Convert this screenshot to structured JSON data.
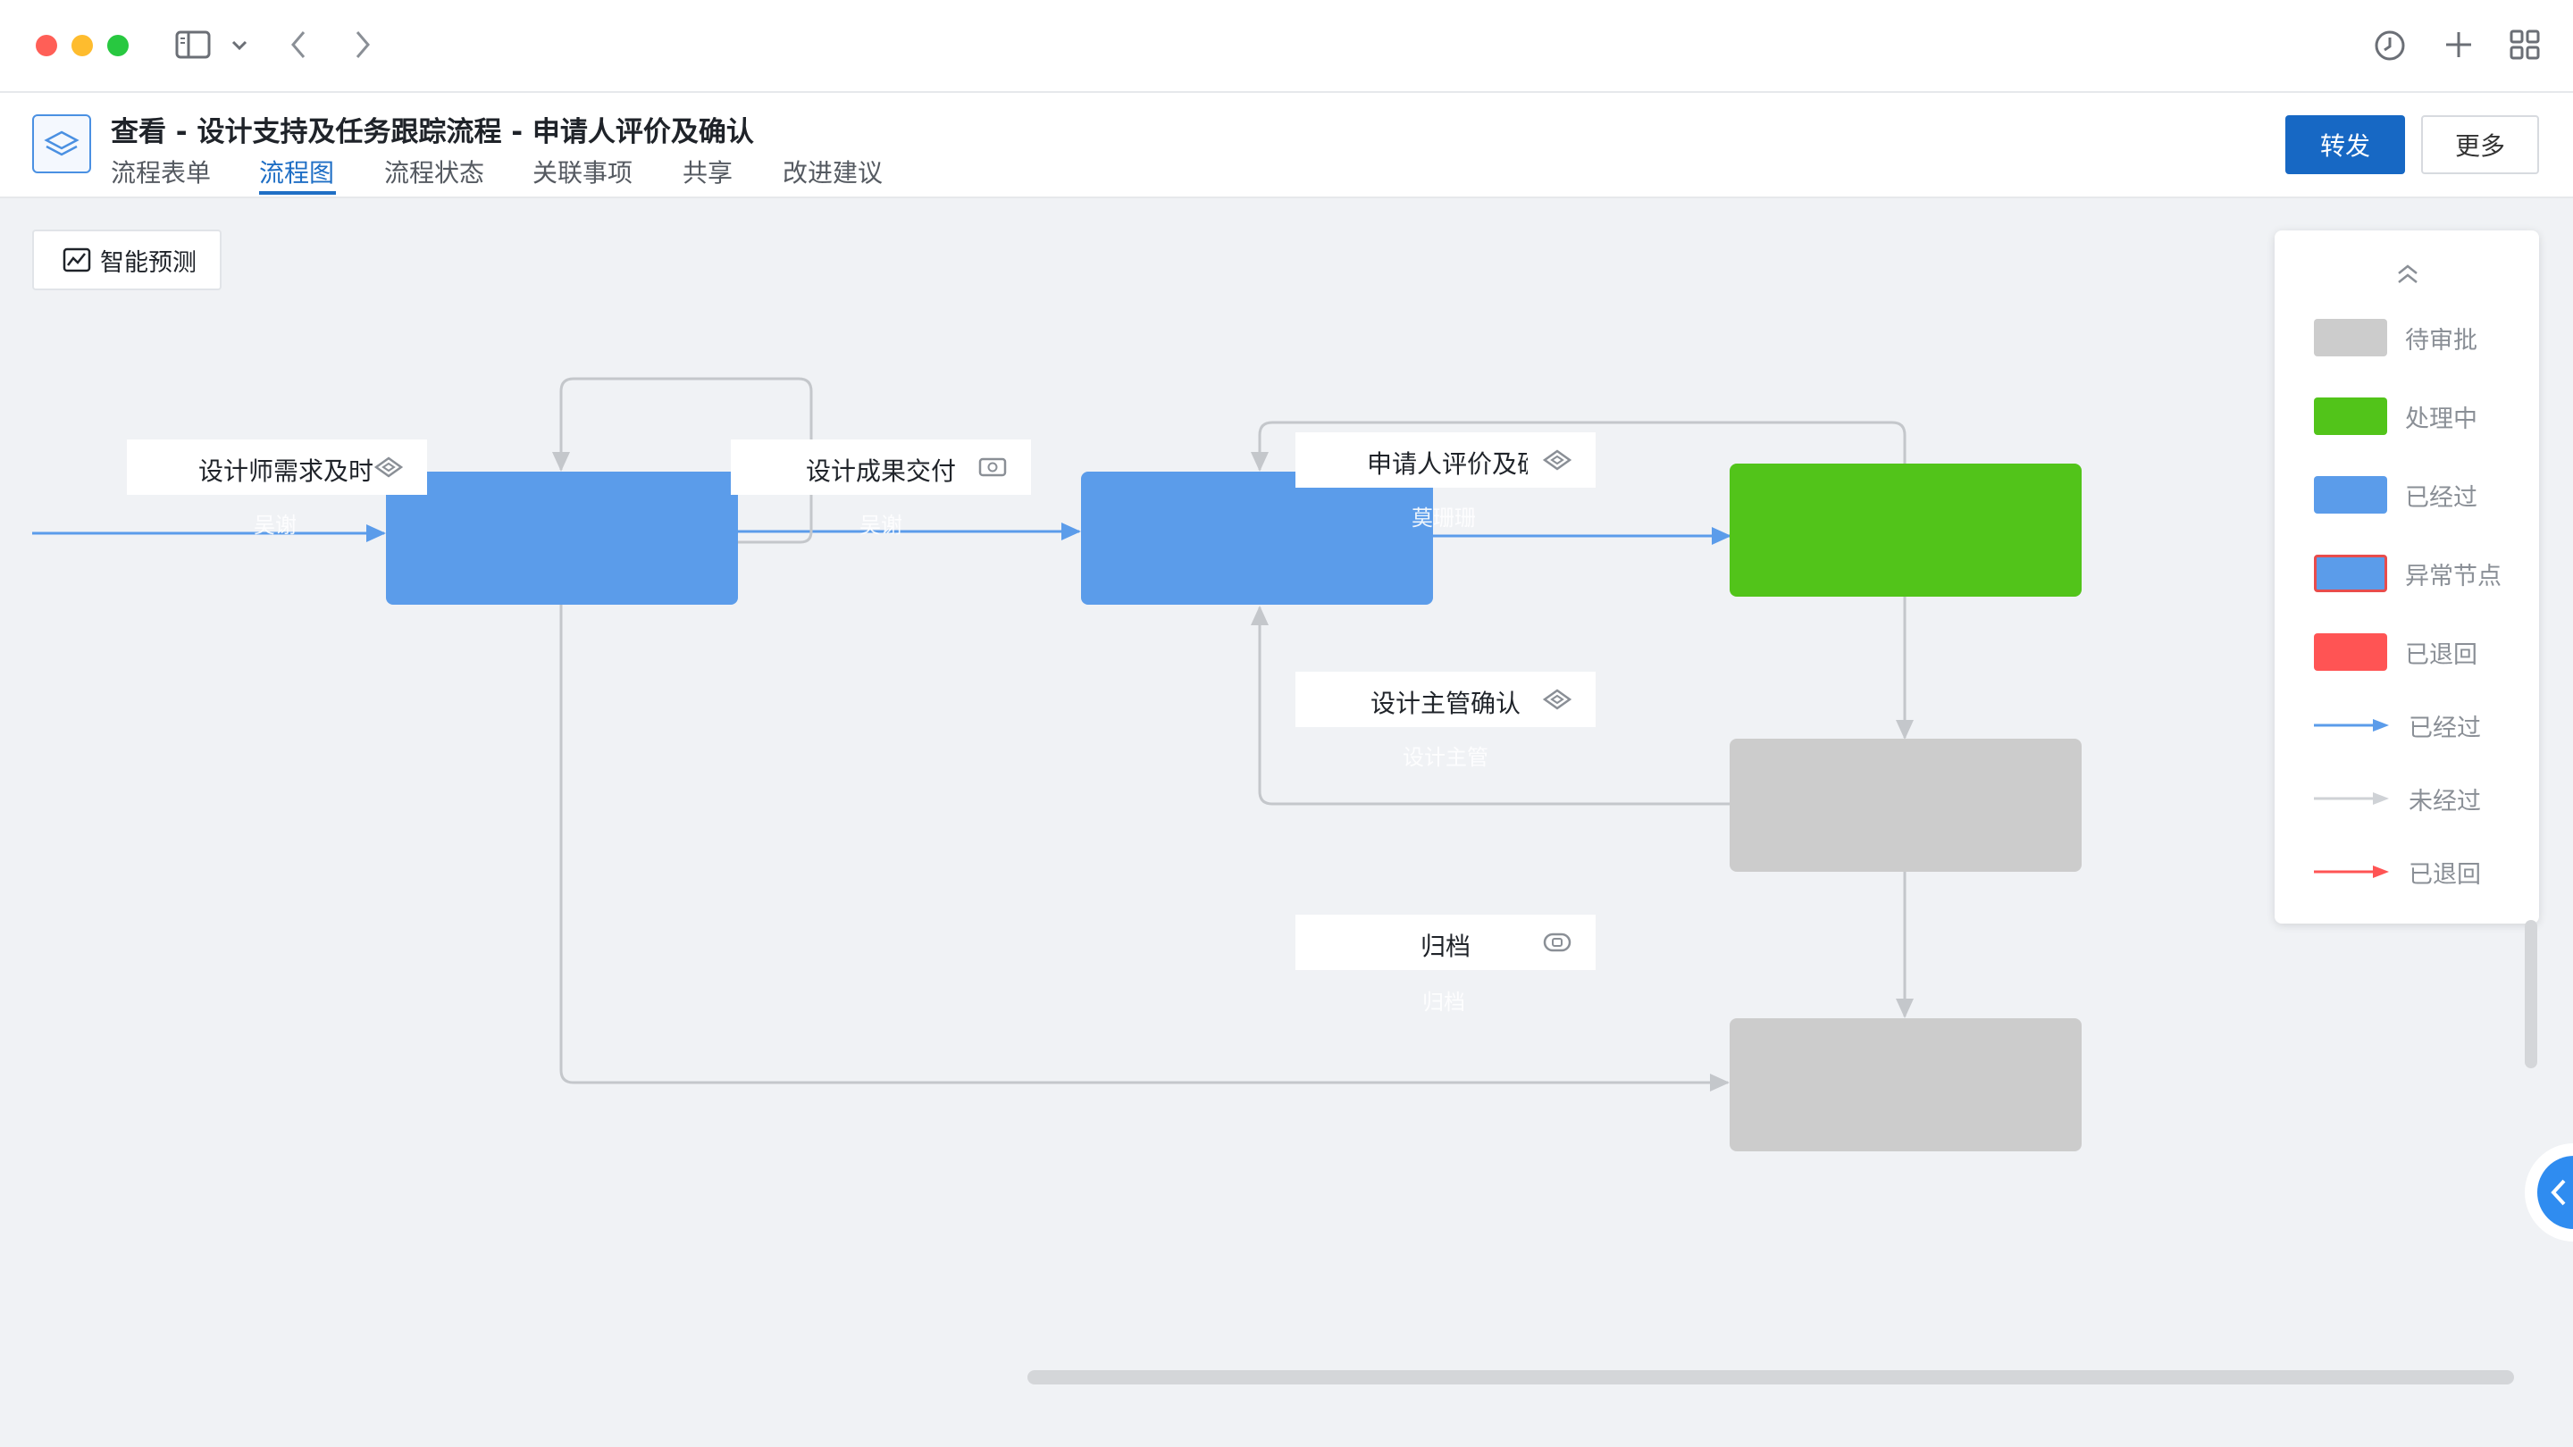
{
  "window": {
    "colors": {
      "close": "#ff5f57",
      "minimize": "#febc2e",
      "maximize": "#28c840"
    },
    "icons": [
      "sidebar-icon",
      "chevron-down-icon",
      "back-icon",
      "forward-icon",
      "history-icon",
      "plus-icon",
      "grid-icon"
    ]
  },
  "header": {
    "title": "查看 - 设计支持及任务跟踪流程 - 申请人评价及确认",
    "tabs": [
      {
        "label": "流程表单",
        "active": false
      },
      {
        "label": "流程图",
        "active": true
      },
      {
        "label": "流程状态",
        "active": false
      },
      {
        "label": "关联事项",
        "active": false
      },
      {
        "label": "共享",
        "active": false
      },
      {
        "label": "改进建议",
        "active": false
      }
    ],
    "forward_button": "转发",
    "more_button": "更多",
    "accent_color": "#1768c4"
  },
  "toolbar": {
    "predict_button": "智能预测"
  },
  "flow": {
    "labels": {
      "step1": "设计师需求及时",
      "step2": "设计成果交付",
      "step3": "申请人评价及确",
      "step4": "设计主管确认",
      "step5": "归档"
    },
    "assignees": {
      "step1": "吴谢",
      "step2": "吴谢",
      "step3": "莫珊珊",
      "step4": "设计主管",
      "step5": "归档"
    },
    "node_states": [
      "passed",
      "passed",
      "processing",
      "pending",
      "pending"
    ]
  },
  "legend": {
    "items": [
      {
        "label": "待审批",
        "kind": "swatch",
        "color": "#cccccc"
      },
      {
        "label": "处理中",
        "kind": "swatch",
        "color": "#52c41a"
      },
      {
        "label": "已经过",
        "kind": "swatch",
        "color": "#5b9cea"
      },
      {
        "label": "异常节点",
        "kind": "swatch",
        "color": "#5b9cea",
        "border": "#e84c4c"
      },
      {
        "label": "已退回",
        "kind": "swatch",
        "color": "#ff5454"
      },
      {
        "label": "已经过",
        "kind": "arrow",
        "color": "#5b9cea"
      },
      {
        "label": "未经过",
        "kind": "arrow",
        "color": "#cfd2d6"
      },
      {
        "label": "已退回",
        "kind": "arrow",
        "color": "#ff5454"
      }
    ]
  }
}
